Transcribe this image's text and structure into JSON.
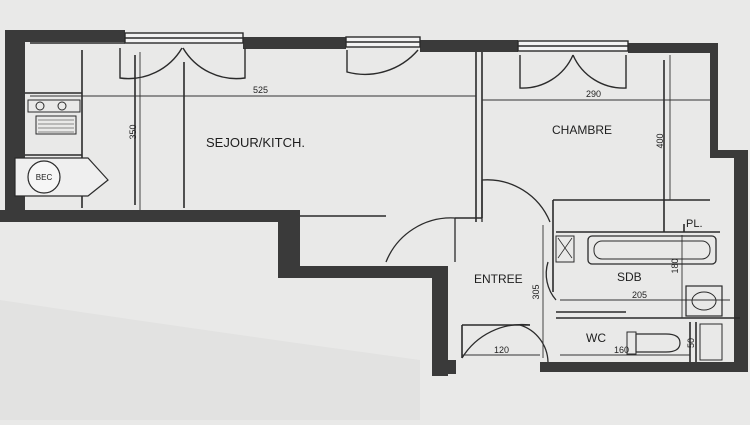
{
  "rooms": {
    "sejour": "SEJOUR/KITCH.",
    "chambre": "CHAMBRE",
    "entree": "ENTREE",
    "sdb": "SDB",
    "wc": "WC",
    "placard": "PL.",
    "bec": "BEC"
  },
  "dimensions": {
    "sejour_width": "525",
    "sejour_depth": "350",
    "chambre_width": "290",
    "chambre_depth": "400",
    "entree_depth": "305",
    "sdb_width": "205",
    "sdb_depth": "180",
    "entree_width": "120",
    "wc_width": "160",
    "wc_depth": "50"
  },
  "colors": {
    "paper": "#e9e9e8",
    "wall": "#3a3a3a",
    "line": "#2b2b2b"
  }
}
